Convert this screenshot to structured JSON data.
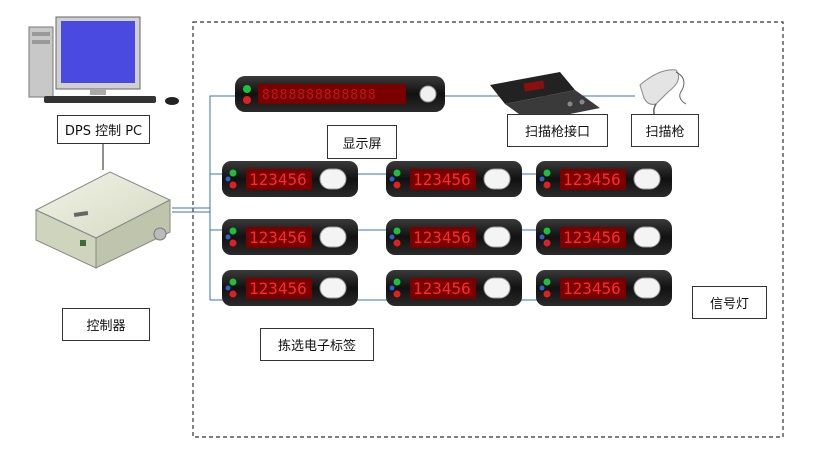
{
  "labels": {
    "pc": "DPS 控制 PC",
    "controller": "控制器",
    "display": "显示屏",
    "scanner_interface": "扫描枪接口",
    "scanner": "扫描枪",
    "signal_light": "信号灯",
    "pick_tags": "拣选电子标签"
  },
  "tag_readout": "123456",
  "tag_rows": 3,
  "tag_columns": 3,
  "colors": {
    "monitor_screen": "#4a4ae0",
    "led_red": "#ff2a2a",
    "led_bg": "#7a0000",
    "device_body": "#1c1c1c",
    "connector": "#3b73b9",
    "controller_box": "#e6ead8"
  }
}
